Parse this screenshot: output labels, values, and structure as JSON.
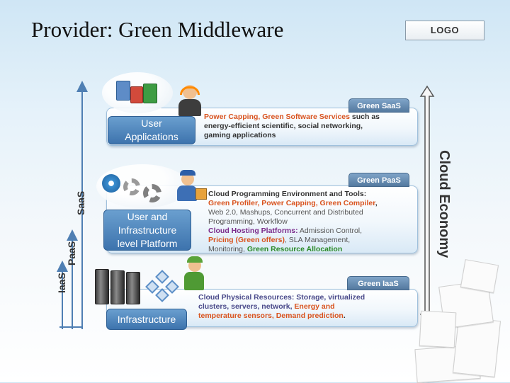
{
  "header": {
    "title": "Provider: Green Middleware",
    "logo": "LOGO"
  },
  "axis": {
    "saas": "SaaS",
    "paas": "PaaS",
    "iaas": "IaaS",
    "economy": "Cloud Economy"
  },
  "layers": {
    "saas": {
      "tag": "Green SaaS",
      "box_line1": "User",
      "box_line2": "Applications",
      "seg1": "Power Capping, Green Software Services",
      "seg2": " such as",
      "seg3": "energy-efficient scientific, social networking,",
      "seg4": "gaming applications"
    },
    "paas": {
      "tag": "Green PaaS",
      "box_line1": "User and",
      "box_line2": "Infrastructure",
      "box_line3": "level Platform",
      "l1": "Cloud Programming Environment and Tools:",
      "l2a": "Green Profiler, Power Capping, Green Compiler",
      "l2b": ",",
      "l3": "Web 2.0, Mashups, Concurrent and Distributed",
      "l4": "Programming, Workflow",
      "l5a": "Cloud Hosting Platforms:",
      "l5b": " Admission Control,",
      "l6a": "Pricing (Green offers)",
      "l6b": ", SLA Management,",
      "l7a": "Monitoring, ",
      "l7b": "Green Resource Allocation"
    },
    "iaas": {
      "tag": "Green IaaS",
      "box_line1": "Infrastructure",
      "l1": "Cloud Physical Resources: Storage, virtualized",
      "l2a": "clusters, servers, network, ",
      "l2b": "Energy and",
      "l3a": "temperature sensors, Demand prediction",
      "l3b": "."
    }
  },
  "icons": {
    "apps": "application-icons",
    "user": "support-person-icon",
    "gears": "gears-icon",
    "developer": "developer-person-icon",
    "servers": "server-rack-icon",
    "network": "network-nodes-icon",
    "technician": "technician-person-icon",
    "paper": "paper-stack-icon"
  },
  "colors": {
    "orange": "#d9531e",
    "green": "#2b8a28",
    "box_blue": "#3d73ad",
    "tag_blue": "#54799f"
  }
}
